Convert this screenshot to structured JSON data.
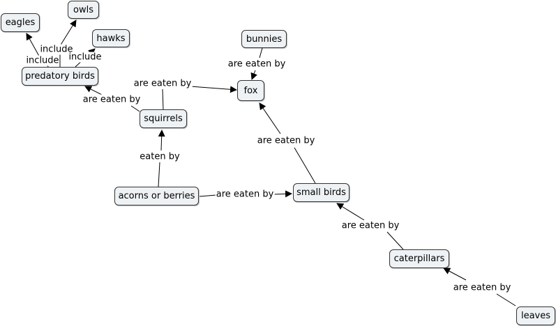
{
  "diagram": {
    "nodes": {
      "eagles": "eagles",
      "owls": "owls",
      "hawks": "hawks",
      "predatory_birds": "predatory birds",
      "bunnies": "bunnies",
      "fox": "fox",
      "squirrels": "squirrels",
      "acorns": "acorns or berries",
      "small_birds": "small birds",
      "caterpillars": "caterpillars",
      "leaves": "leaves"
    },
    "links": {
      "include_eagles": "include",
      "include_owls": "include",
      "include_hawks": "include",
      "squirrels_predatory": "are eaten by",
      "squirrels_fox": "are eaten by",
      "bunnies_fox": "are eaten by",
      "acorns_squirrels": "eaten by",
      "acorns_smallbirds": "are eaten by",
      "smallbirds_fox": "are eaten by",
      "caterpillars_smallbirds": "are eaten by",
      "leaves_caterpillars": "are eaten by"
    }
  }
}
